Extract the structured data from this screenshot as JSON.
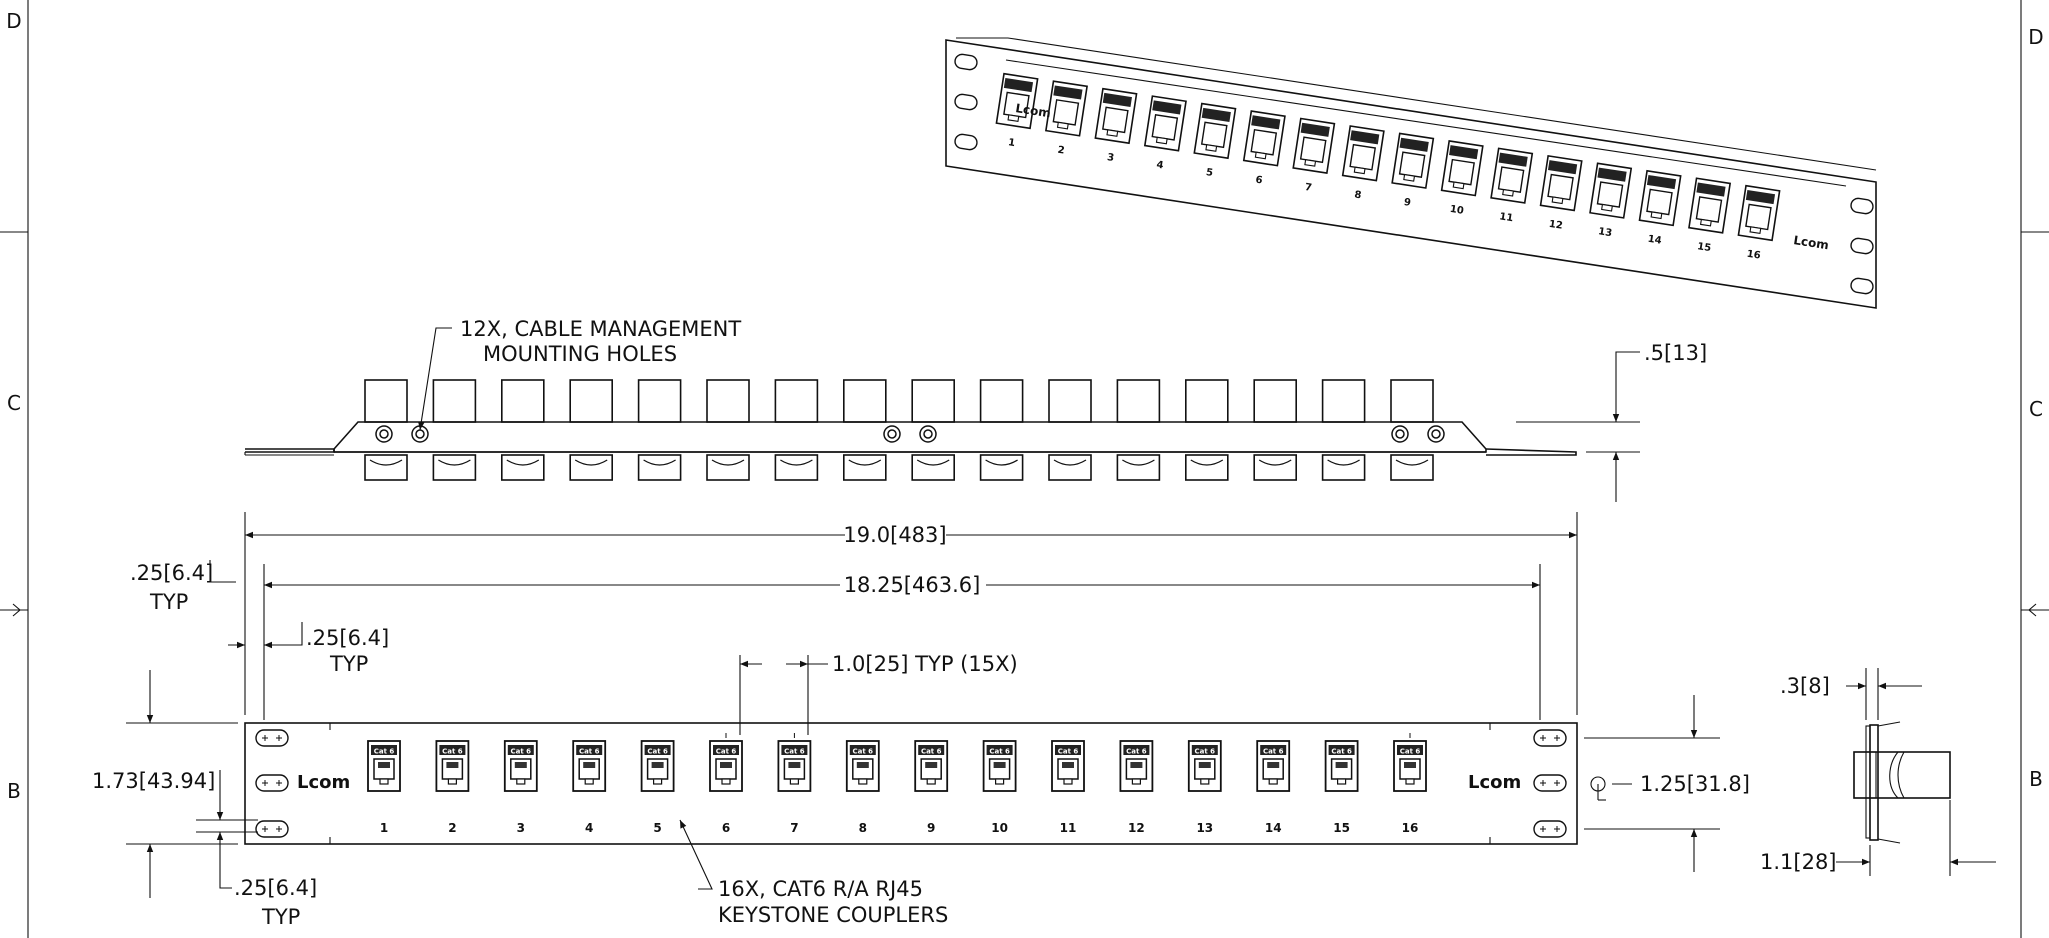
{
  "border": {
    "zone_left": [
      "D",
      "C",
      "B"
    ],
    "zone_right": [
      "D",
      "C",
      "B"
    ]
  },
  "panel": {
    "brand": "Lcom",
    "port_count": 16,
    "port_label": "Cat 6",
    "port_numbers": [
      "1",
      "2",
      "3",
      "4",
      "5",
      "6",
      "7",
      "8",
      "9",
      "10",
      "11",
      "12",
      "13",
      "14",
      "15",
      "16"
    ]
  },
  "callouts": {
    "cable_mgmt_line1": "12X, CABLE MANAGEMENT",
    "cable_mgmt_line2": "MOUNTING HOLES",
    "keystone_line1": "16X, CAT6 R/A RJ45",
    "keystone_line2": "KEYSTONE COUPLERS"
  },
  "dimensions": {
    "depth_top": ".5[13]",
    "overall_width": "19.0[483]",
    "hole_spacing": "18.25[463.6]",
    "left_offset": ".25[6.4]",
    "left_offset_typ": "TYP",
    "hole_offset": ".25[6.4]",
    "hole_offset_typ": "TYP",
    "port_pitch": "1.0[25] TYP (15X)",
    "height": "1.73[43.94]",
    "bottom_offset": ".25[6.4]",
    "bottom_offset_typ": "TYP",
    "center_height": "1.25[31.8]",
    "side_thickness": ".3[8]",
    "side_depth": "1.1[28]"
  }
}
